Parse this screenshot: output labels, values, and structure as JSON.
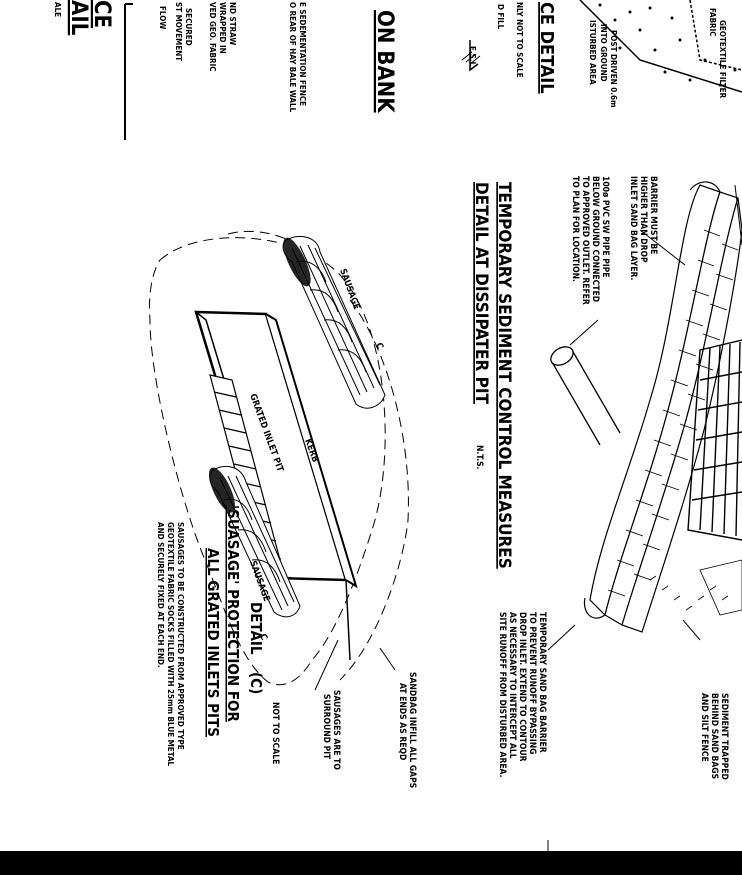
{
  "left_column": {
    "title_lines": [
      "CE",
      "AIL"
    ],
    "note_ale": "ALE",
    "flow": "FLOW",
    "secured": [
      "SECURED",
      "ST MOVEMENT"
    ],
    "straw": [
      "ND STRAW",
      "WRAPPED IN",
      "VED GEO. FABRIC"
    ],
    "fence_note": [
      "E SEDEMENTATION FENCE",
      "O REAR OF HAY BALE WALL"
    ],
    "bank_title": "ON BANK"
  },
  "fence_detail": {
    "title": "CE DETAIL",
    "scale": "NLY NOT TO SCALE",
    "fill": "D FILL",
    "esl": "E.S.L",
    "post": "POST DRIVEN 0.6m",
    "into_ground": "INTO GROUND",
    "disturbed": "ISTURBED AREA",
    "geotextile": [
      "GEOTEXTILE FILTER",
      "FABRIC"
    ]
  },
  "dissipater": {
    "barrier_note": [
      "BARRIER MUST BE",
      "HIGHER THAN DROP",
      "INLET SAND BAG LAYER."
    ],
    "pipe_note": [
      "100ø PVC SW PIPE PIPE",
      "BELOW GROUND CONNECTED",
      "TO APPROVED OUTLET. REFER",
      "TO PLAN FOR LOCATION."
    ],
    "title1": "TEMPORARY SEDIMENT CONTROL MEASURES",
    "title2": "DETAIL AT DISSIPATER PIT",
    "nts": "N.T.S.",
    "sandbag_note": [
      "TEMPORARY SAND BAG BARRIER",
      "TO PREVENT RUNOFF BYPASSING",
      "DROP INLET. EXTEND TO CONTOUR",
      "AS NECESSARY TO INTERCEPT ALL",
      "SITE RUNOFF FROM DISTURBED AREA."
    ],
    "trapped_note": [
      "SEDIMENT TRAPPED",
      "BEHIND SAND BAGS",
      "AND SILT FENCE"
    ]
  },
  "sausage_detail": {
    "sausage_top": "SAUSAGE",
    "c_top": "C",
    "kerb": "KERB",
    "grated": "GRATED INLET PIT",
    "sausage_bottom": "SAUSAGE",
    "c_bottom": "C",
    "sandbag_infill": [
      "SANDBAG INFILL ALL GAPS",
      "AT ENDS AS REQD"
    ],
    "surround": [
      "SAUSAGES ARE TO",
      "SURROUND PIT"
    ],
    "not_to_scale": "NOT TO SCALE",
    "detail": "DETAIL",
    "detail_c": "(C)",
    "title1": "'SUASAGE' PROTECTION FOR",
    "title2": "ALL GRATED INLETS PITS",
    "spec": [
      "SAUSAGES TO BE CONSTRUCTED FROM APPROVED TYPE",
      "GEOTEXTILE FABRIC SOCKS FILLED WITH 25mm BLUE METAL",
      "AND SECURELY FIXED AT EACH END."
    ]
  }
}
